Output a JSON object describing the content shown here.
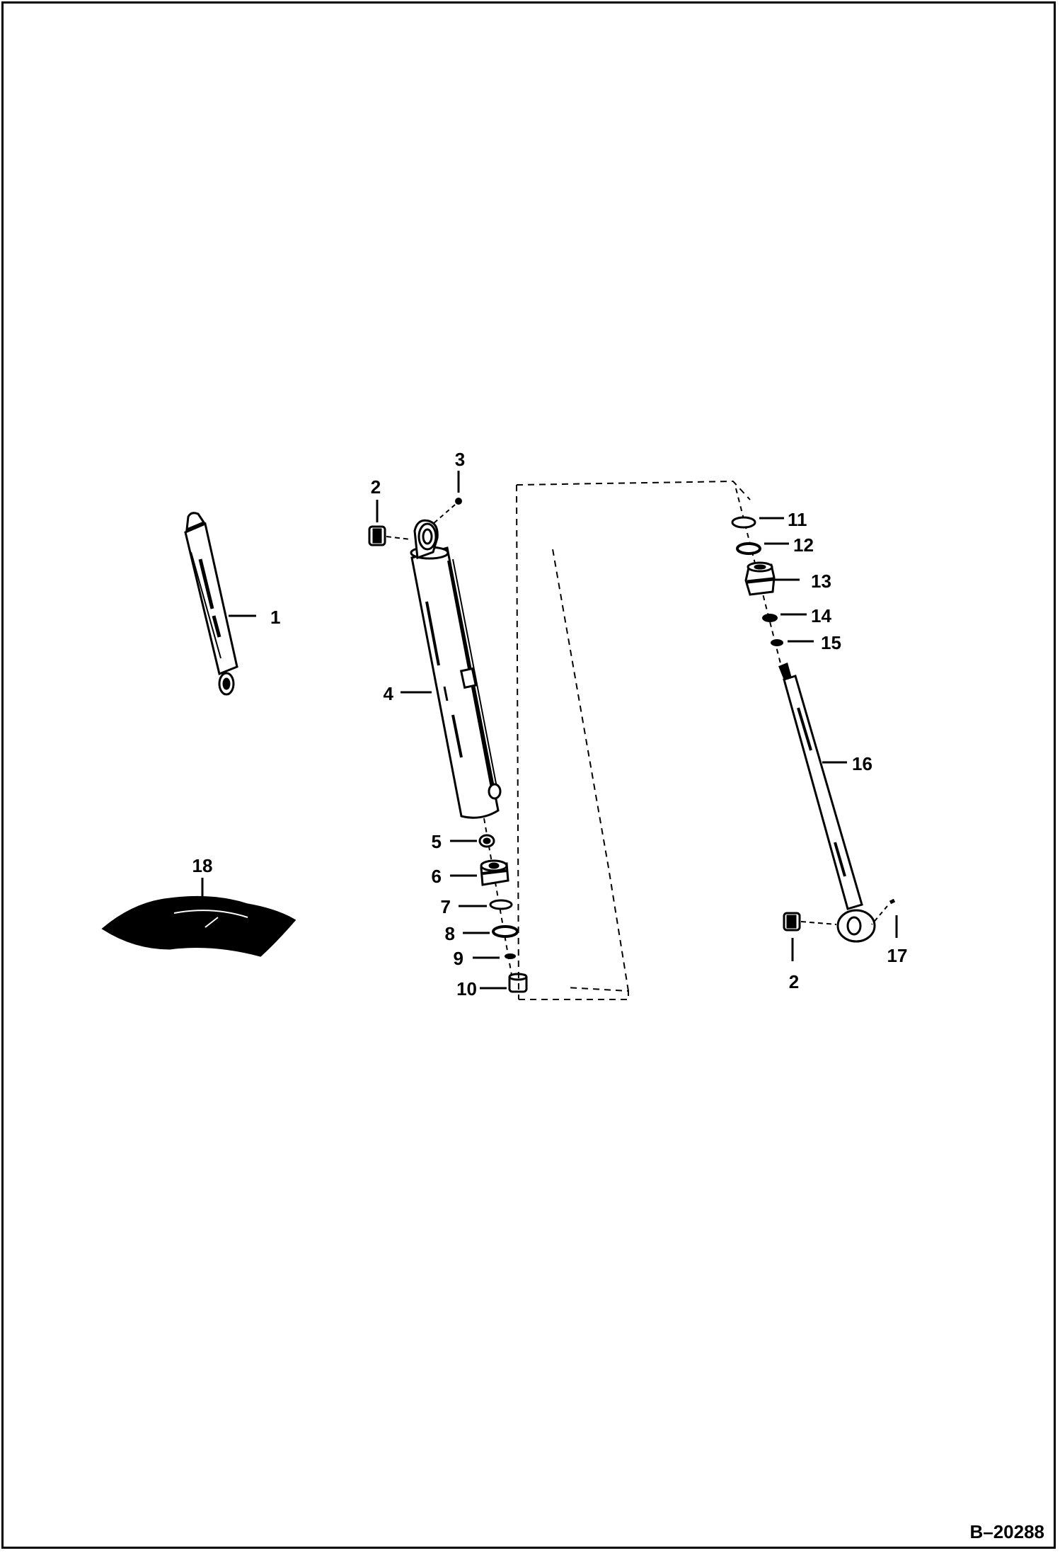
{
  "diagram": {
    "callouts": {
      "c1": "1",
      "c2a": "2",
      "c3": "3",
      "c4": "4",
      "c5": "5",
      "c6": "6",
      "c7": "7",
      "c8": "8",
      "c9": "9",
      "c10": "10",
      "c11": "11",
      "c12": "12",
      "c13": "13",
      "c14": "14",
      "c15": "15",
      "c16": "16",
      "c17": "17",
      "c2b": "2",
      "c18": "18"
    },
    "reference": "B–20288"
  }
}
